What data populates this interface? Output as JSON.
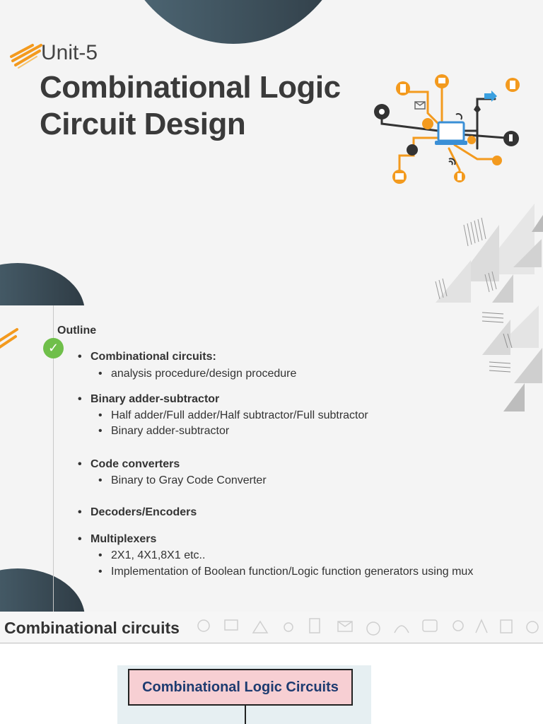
{
  "slide1": {
    "unit": "Unit-5",
    "title_line1": "Combinational Logic",
    "title_line2": "Circuit Design"
  },
  "slide2": {
    "outline_title": "Outline",
    "check_symbol": "✓",
    "items": [
      {
        "label": "Combinational circuits:",
        "sub": [
          "analysis procedure/design procedure"
        ]
      },
      {
        "label": "Binary adder-subtractor",
        "sub": [
          "Half adder/Full adder/Half subtractor/Full subtractor",
          "Binary adder-subtractor"
        ]
      },
      {
        "label": "Code converters",
        "sub": [
          "Binary to Gray Code Converter"
        ]
      },
      {
        "label": "Decoders/Encoders",
        "sub": []
      },
      {
        "label": "Multiplexers",
        "sub": [
          "2X1, 4X1,8X1 etc..",
          "Implementation of Boolean function/Logic function generators using mux"
        ]
      }
    ]
  },
  "slide3": {
    "section_title": "Combinational circuits",
    "diagram_box_label": "Combinational Logic Circuits"
  },
  "colors": {
    "blob_dark": "#2f3c45",
    "blob_light": "#506a78",
    "accent_orange": "#f39a1e",
    "check_green": "#6fbf4a",
    "diagram_box_fill": "#f7cfd3",
    "diagram_text": "#1d3b70"
  },
  "icons": [
    "network-devices-icon",
    "check-icon",
    "orange-slashes-icon",
    "geometric-triangles-decoration"
  ]
}
